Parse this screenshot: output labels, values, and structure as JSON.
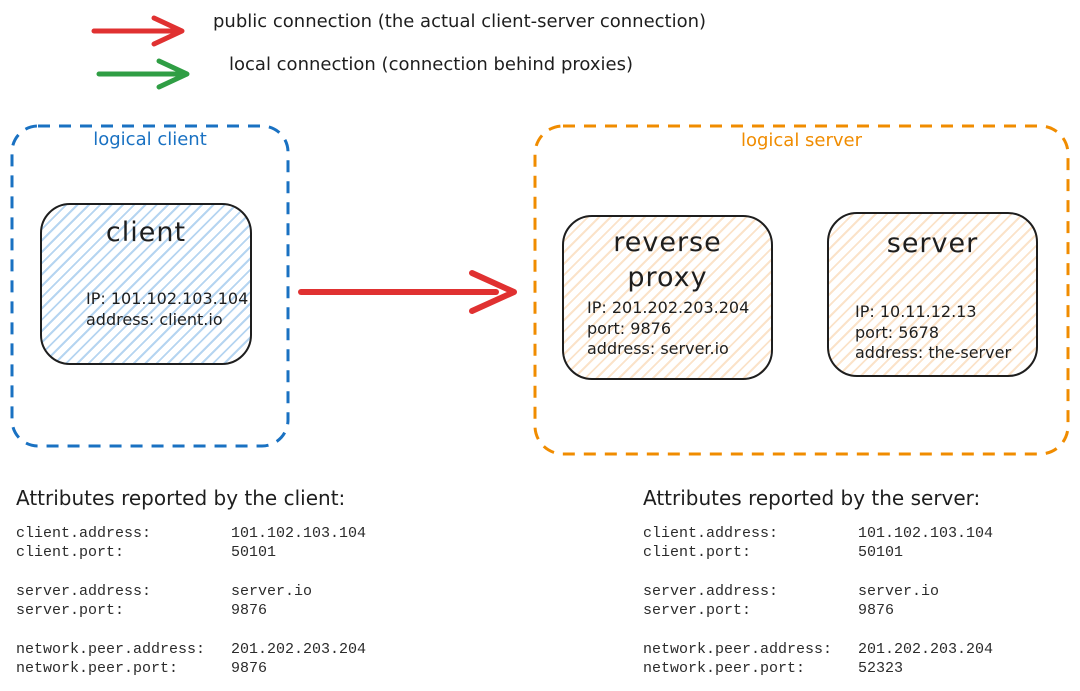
{
  "legend": {
    "items": [
      {
        "name": "public-connection",
        "color": "#e03131",
        "label": "public connection (the actual client-server connection)"
      },
      {
        "name": "local-connection",
        "color": "#2f9e44",
        "label": "local connection (connection behind proxies)"
      }
    ]
  },
  "groups": {
    "logical_client": {
      "label": "logical client",
      "color": "#1971c2"
    },
    "logical_server": {
      "label": "logical server",
      "color": "#f08c00"
    }
  },
  "nodes": {
    "client": {
      "title_lines": [
        "client"
      ],
      "lines": [
        "IP: 101.102.103.104",
        "address: client.io"
      ],
      "fill": "#a5d8ff"
    },
    "reverse_proxy": {
      "title_lines": [
        "reverse",
        "proxy"
      ],
      "lines": [
        "IP: 201.202.203.204",
        "port: 9876",
        "address: server.io"
      ],
      "fill": "#ffd8a8"
    },
    "server": {
      "title_lines": [
        "server"
      ],
      "lines": [
        "IP: 10.11.12.13",
        "port: 5678",
        "address: the-server"
      ],
      "fill": "#ffd8a8"
    }
  },
  "connection": {
    "type": "public",
    "color": "#e03131"
  },
  "attributes": {
    "client": {
      "heading": "Attributes reported by the client:",
      "groups": [
        {
          "rows": [
            {
              "key": "client.address:",
              "value": "101.102.103.104"
            },
            {
              "key": "client.port:",
              "value": "50101"
            }
          ]
        },
        {
          "rows": [
            {
              "key": "server.address:",
              "value": "server.io"
            },
            {
              "key": "server.port:",
              "value": "9876"
            }
          ]
        },
        {
          "rows": [
            {
              "key": "network.peer.address:",
              "value": "201.202.203.204"
            },
            {
              "key": "network.peer.port:",
              "value": "9876"
            }
          ]
        }
      ]
    },
    "server": {
      "heading": "Attributes reported by the server:",
      "groups": [
        {
          "rows": [
            {
              "key": "client.address:",
              "value": "101.102.103.104"
            },
            {
              "key": "client.port:",
              "value": "50101"
            }
          ]
        },
        {
          "rows": [
            {
              "key": "server.address:",
              "value": "server.io"
            },
            {
              "key": "server.port:",
              "value": "9876"
            }
          ]
        },
        {
          "rows": [
            {
              "key": "network.peer.address:",
              "value": "201.202.203.204"
            },
            {
              "key": "network.peer.port:",
              "value": "52323"
            }
          ]
        }
      ]
    }
  }
}
